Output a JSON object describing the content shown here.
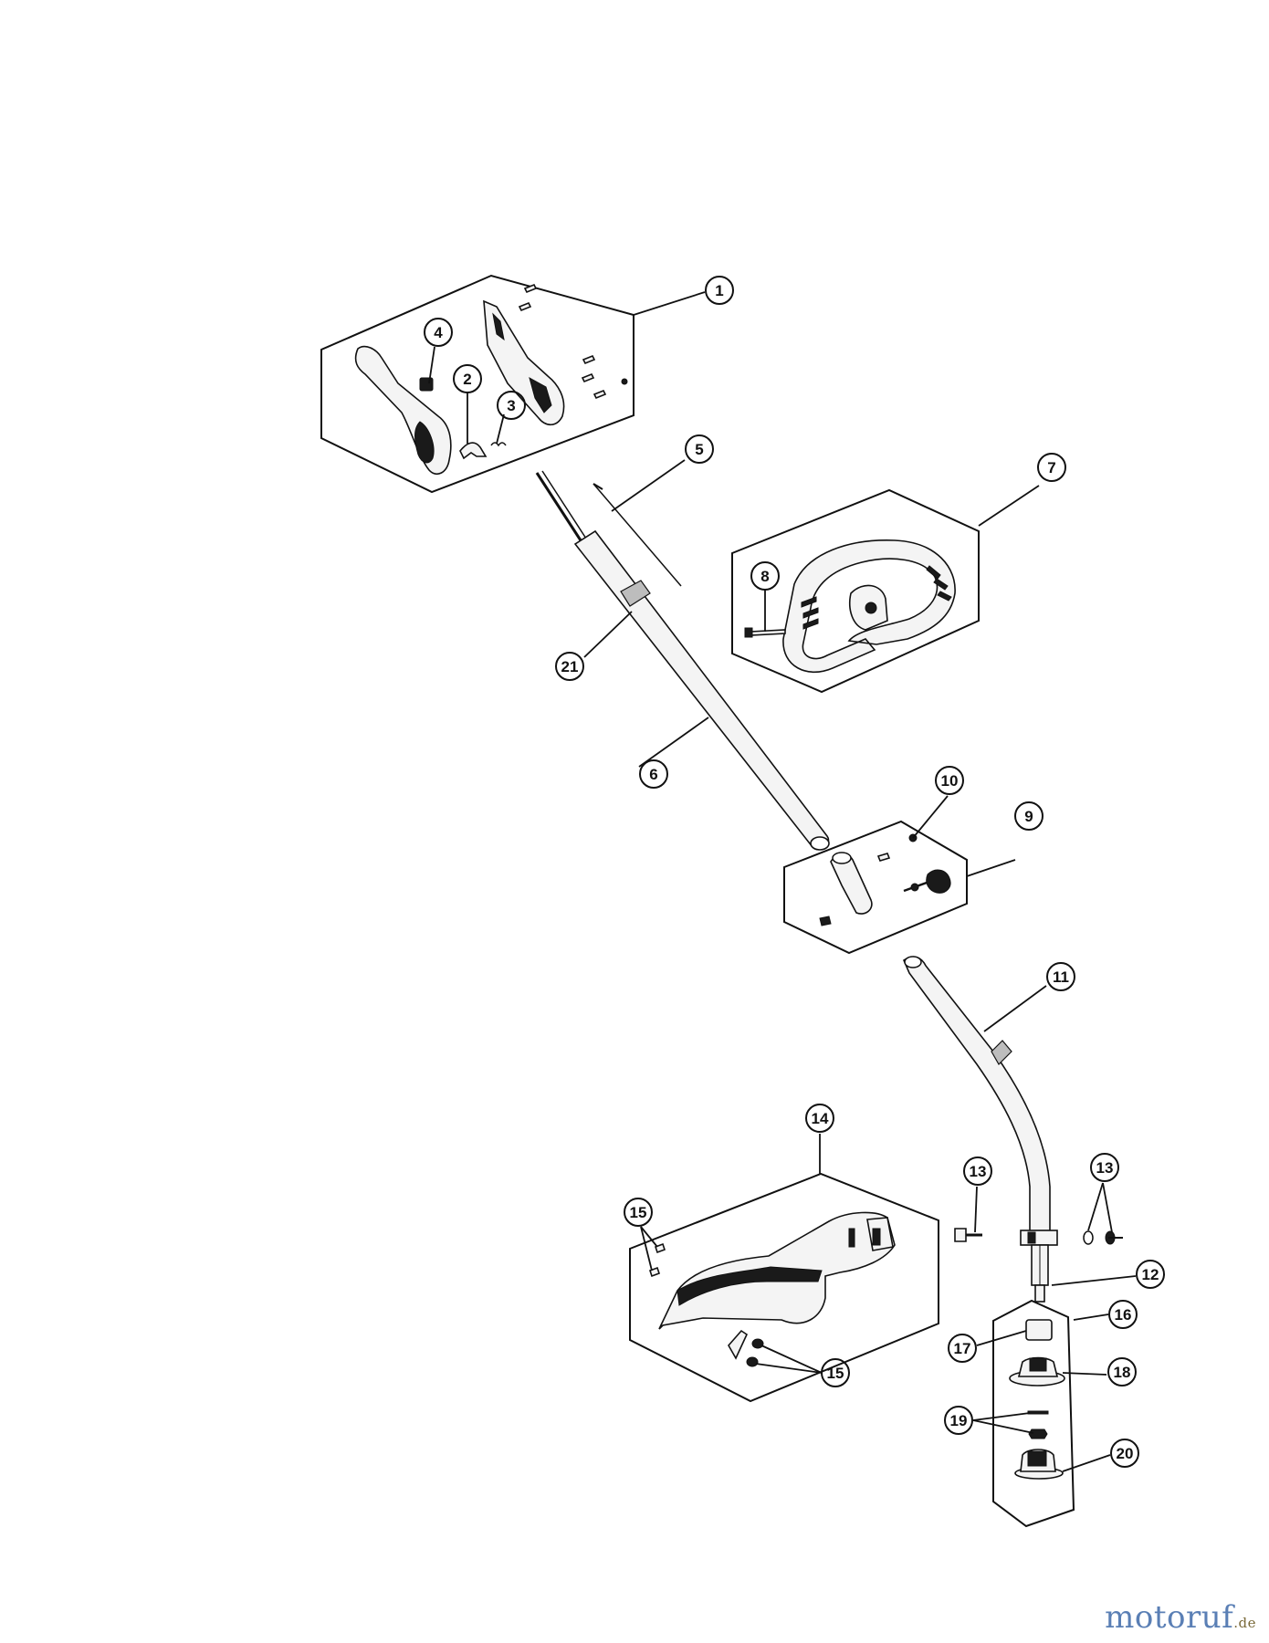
{
  "watermark": {
    "brand": "motoruf",
    "tld": ".de"
  },
  "callouts": [
    {
      "id": "1",
      "label": "1"
    },
    {
      "id": "2",
      "label": "2"
    },
    {
      "id": "3",
      "label": "3"
    },
    {
      "id": "4",
      "label": "4"
    },
    {
      "id": "5",
      "label": "5"
    },
    {
      "id": "6",
      "label": "6"
    },
    {
      "id": "7",
      "label": "7"
    },
    {
      "id": "8",
      "label": "8"
    },
    {
      "id": "9",
      "label": "9"
    },
    {
      "id": "10",
      "label": "10"
    },
    {
      "id": "11",
      "label": "11"
    },
    {
      "id": "12",
      "label": "12"
    },
    {
      "id": "13a",
      "label": "13"
    },
    {
      "id": "13b",
      "label": "13"
    },
    {
      "id": "14",
      "label": "14"
    },
    {
      "id": "15a",
      "label": "15"
    },
    {
      "id": "15b",
      "label": "15"
    },
    {
      "id": "16",
      "label": "16"
    },
    {
      "id": "17",
      "label": "17"
    },
    {
      "id": "18",
      "label": "18"
    },
    {
      "id": "19",
      "label": "19"
    },
    {
      "id": "20",
      "label": "20"
    },
    {
      "id": "21",
      "label": "21"
    }
  ]
}
